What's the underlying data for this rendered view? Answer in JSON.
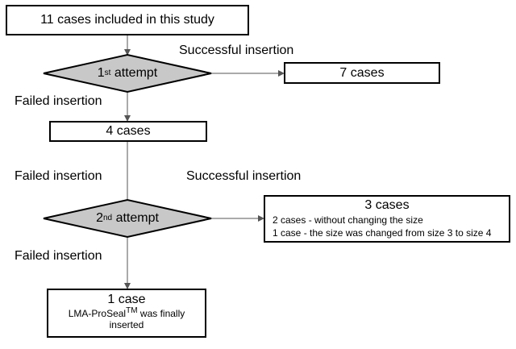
{
  "flowchart": {
    "start": {
      "text": "11 cases included in this study"
    },
    "attempt1": {
      "ordinal": "1",
      "ordinal_suffix": "st",
      "word": "attempt"
    },
    "success1": {
      "label": "Successful insertion",
      "box_text": "7 cases"
    },
    "fail1": {
      "label": "Failed insertion",
      "box_text": "4 cases"
    },
    "fail_mid": {
      "label": "Failed insertion"
    },
    "attempt2": {
      "ordinal": "2",
      "ordinal_suffix": "nd",
      "word": "attempt"
    },
    "success2": {
      "label": "Successful insertion",
      "box_title": "3 cases",
      "line1": "2 cases - without changing the size",
      "line2": "1 case - the size was changed from size 3 to size 4"
    },
    "fail2": {
      "label": "Failed insertion",
      "box_title": "1 case",
      "text_prefix": "LMA-ProSeal",
      "text_superscript": "TM",
      "text_suffix": " was finally",
      "text_line2": "inserted"
    }
  },
  "colors": {
    "diamond_fill": "#c8c8c8",
    "line": "#555555",
    "border": "#000000"
  }
}
